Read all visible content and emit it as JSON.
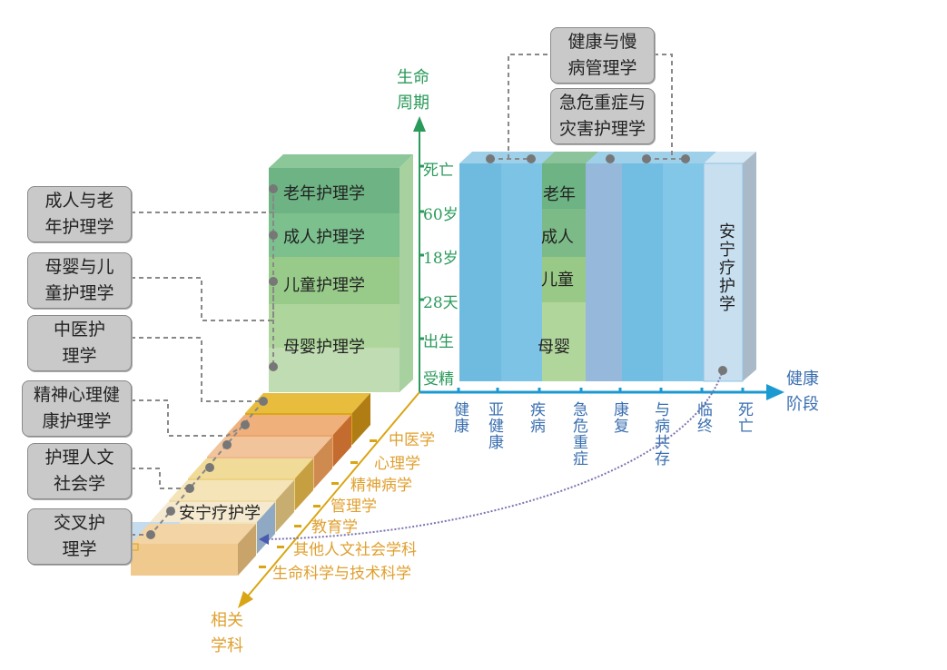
{
  "axes": {
    "life_cycle": "生命周期",
    "health_stage": "健康阶段",
    "related_disciplines": "相关学科"
  },
  "life_cycle_ticks": [
    "死亡",
    "60岁",
    "18岁",
    "28天",
    "出生",
    "受精"
  ],
  "health_stage_ticks": [
    "健康",
    "亚健康",
    "疾病",
    "急危重症",
    "康复",
    "与病共存",
    "临终",
    "死亡"
  ],
  "related_discipline_ticks": [
    "中医学",
    "心理学",
    "精神病学",
    "管理学",
    "教育学",
    "其他人文社会学科",
    "生命科学与技术科学"
  ],
  "life_cycle_blocks": [
    "老年护理学",
    "成人护理学",
    "儿童护理学",
    "母婴护理学"
  ],
  "health_column_segments": [
    "老年",
    "成人",
    "儿童",
    "母婴"
  ],
  "hospice_column": "安宁疗护学",
  "discipline_block_label": "安宁疗护学",
  "left_boxes": [
    "成人与老年护理学",
    "母婴与儿童护理学",
    "中医护理学",
    "精神心理健康护理学",
    "护理人文社会学",
    "交叉护理学"
  ],
  "top_boxes": [
    "健康与慢病管理学",
    "急危重症与灾害护理学"
  ],
  "colors": {
    "green_axis": "#2a9a5a",
    "blue_axis": "#1a9ad0",
    "orange_axis": "#d9a514",
    "box": "#c9c9c9"
  }
}
